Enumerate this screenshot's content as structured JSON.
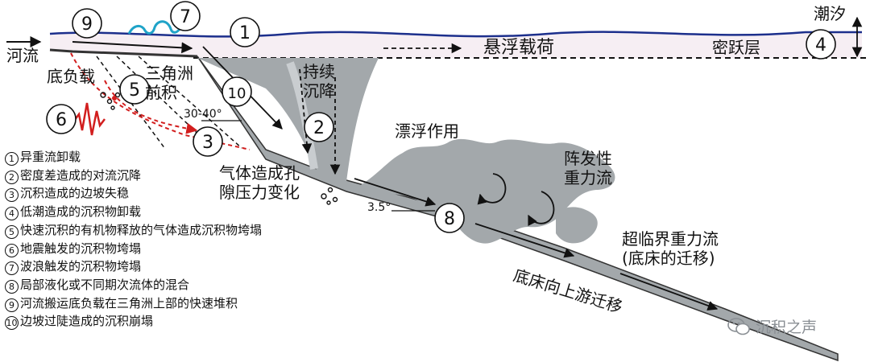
{
  "labels": {
    "river": "河流",
    "tide": "潮汐",
    "bedload": "底负载",
    "delta_front_deposit": "三角洲\n前积",
    "suspended_load": "悬浮载荷",
    "pycnocline": "密跃层",
    "sustained_settling": "持续\n沉降",
    "gas_pore_pressure": "气体造成孔\n隙压力变化",
    "floating": "漂浮作用",
    "episodic_gravity_flow": "阵发性\n重力流",
    "supercritical_flow": "超临界重力流\n(底床的迁移)",
    "upstream_migration": "底床向上游迁移",
    "angle_steep": "30-40°",
    "angle_gentle": "3.5°"
  },
  "markers": [
    "1",
    "2",
    "3",
    "4",
    "5",
    "6",
    "7",
    "8",
    "9",
    "10"
  ],
  "legend": [
    {
      "num": "1",
      "text": "异重流卸载"
    },
    {
      "num": "2",
      "text": "密度差造成的对流沉降"
    },
    {
      "num": "3",
      "text": "沉积造成的边坡失稳"
    },
    {
      "num": "4",
      "text": "低潮造成的沉积物卸载"
    },
    {
      "num": "5",
      "text": "快速沉积的有机物释放的气体造成沉积物垮塌"
    },
    {
      "num": "6",
      "text": "地震触发的沉积物垮塌"
    },
    {
      "num": "7",
      "text": "波浪触发的沉积物垮塌"
    },
    {
      "num": "8",
      "text": "局部液化或不同期次流体的混合"
    },
    {
      "num": "9",
      "text": "河流搬运底负载在三角洲上部的快速堆积"
    },
    {
      "num": "10",
      "text": "边坡过陡造成的沉积崩塌"
    }
  ],
  "watermark": "沉积之声",
  "colors": {
    "water": "#1c2f8c",
    "sediment": "#a3a8ab",
    "red": "#d21e1e",
    "wave": "#1fa3c8"
  }
}
